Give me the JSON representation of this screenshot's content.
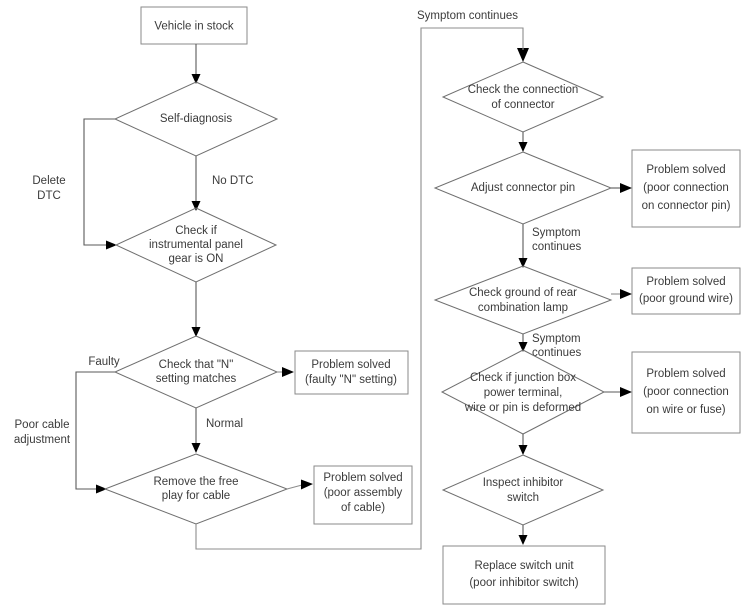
{
  "diagram": {
    "title": "Inhibitor switch / gear position diagnostic flowchart",
    "background_color": "#ffffff",
    "line_color": "#6f6f6f",
    "text_color": "#3b3b3b"
  },
  "nodes": {
    "vehicle_in_stock": {
      "label": "Vehicle in stock",
      "shape": "rect"
    },
    "self_diagnosis": {
      "label": "Self-diagnosis",
      "shape": "diamond"
    },
    "check_instrumental_panel": {
      "line1": "Check if",
      "line2": "instrumental panel",
      "line3": "gear is ON",
      "shape": "diamond"
    },
    "check_n_setting": {
      "line1": "Check that \"N\"",
      "line2": "setting matches",
      "shape": "diamond"
    },
    "problem_solved_n_setting": {
      "line1": "Problem solved",
      "line2": "(faulty \"N\" setting)",
      "shape": "rect"
    },
    "remove_free_play": {
      "line1": "Remove the free",
      "line2": "play for cable",
      "shape": "diamond"
    },
    "problem_solved_cable": {
      "line1": "Problem solved",
      "line2": "(poor assembly",
      "line3": "of cable)",
      "shape": "rect"
    },
    "check_connection_connector": {
      "line1": "Check the connection",
      "line2": "of connector",
      "shape": "diamond"
    },
    "adjust_connector_pin": {
      "label": "Adjust connector pin",
      "shape": "diamond"
    },
    "problem_solved_connector_pin": {
      "line1": "Problem solved",
      "line2": "(poor connection",
      "line3": "on connector pin)",
      "shape": "rect"
    },
    "check_ground_rear_lamp": {
      "line1": "Check ground of rear",
      "line2": "combination lamp",
      "shape": "diamond"
    },
    "problem_solved_ground_wire": {
      "line1": "Problem solved",
      "line2": "(poor ground wire)",
      "shape": "rect"
    },
    "check_junction_box": {
      "line1": "Check if junction box",
      "line2": "power terminal,",
      "line3": "wire or pin is deformed",
      "shape": "diamond"
    },
    "problem_solved_wire_fuse": {
      "line1": "Problem solved",
      "line2": "(poor connection",
      "line3": "on wire or fuse)",
      "shape": "rect"
    },
    "inspect_inhibitor_switch": {
      "line1": "Inspect inhibitor",
      "line2": "switch",
      "shape": "diamond"
    },
    "replace_switch_unit": {
      "line1": "Replace switch unit",
      "line2": "(poor inhibitor switch)",
      "shape": "rect"
    }
  },
  "edge_labels": {
    "delete_dtc_l1": "Delete",
    "delete_dtc_l2": "DTC",
    "no_dtc": "No DTC",
    "faulty": "Faulty",
    "normal": "Normal",
    "poor_cable_adjustment_l1": "Poor cable",
    "poor_cable_adjustment_l2": "adjustment",
    "symptom_continues_top": "Symptom continues",
    "symptom_continues_1_l1": "Symptom",
    "symptom_continues_1_l2": "continues",
    "symptom_continues_2_l1": "Symptom",
    "symptom_continues_2_l2": "continues"
  }
}
